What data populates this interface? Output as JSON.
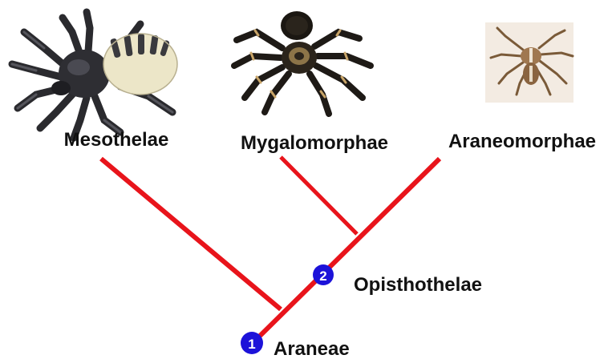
{
  "taxa": {
    "mesothelae": "Mesothelae",
    "mygalomorphae": "Mygalomorphae",
    "araneomorphae": "Araneomorphae"
  },
  "nodes": {
    "node1_number": "1",
    "node1_label": "Araneae",
    "node2_number": "2",
    "node2_label": "Opisthothelae"
  },
  "colors": {
    "branch": "#e8141b",
    "node_fill": "#1c12d9",
    "label_text": "#111111"
  },
  "images": {
    "mesothelae_spider": "mesothelae-spider-illustration",
    "mygalomorphae_spider": "tarantula-spider-illustration",
    "araneomorphae_spider": "araneomorph-spider-illustration"
  }
}
